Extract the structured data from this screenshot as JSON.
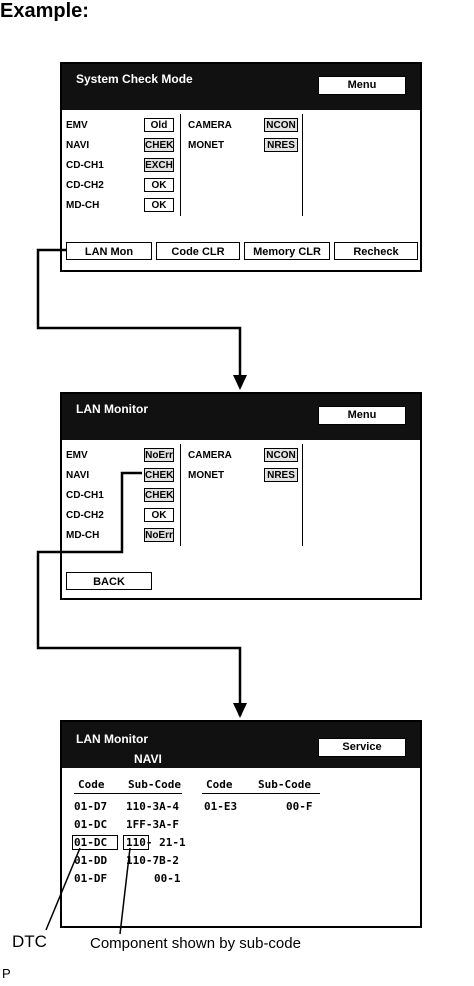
{
  "heading": "Example:",
  "screen1": {
    "title": "System Check Mode",
    "menu": "Menu",
    "left": [
      [
        "EMV",
        "Old"
      ],
      [
        "NAVI",
        "CHEK"
      ],
      [
        "CD-CH1",
        "EXCH"
      ],
      [
        "CD-CH2",
        "OK"
      ],
      [
        "MD-CH",
        "OK"
      ]
    ],
    "right": [
      [
        "CAMERA",
        "NCON"
      ],
      [
        "MONET",
        "NRES"
      ]
    ],
    "buttons": [
      "LAN Mon",
      "Code CLR",
      "Memory CLR",
      "Recheck"
    ]
  },
  "screen2": {
    "title": "LAN Monitor",
    "menu": "Menu",
    "left": [
      [
        "EMV",
        "NoErr"
      ],
      [
        "NAVI",
        "CHEK"
      ],
      [
        "CD-CH1",
        "CHEK"
      ],
      [
        "CD-CH2",
        "OK"
      ],
      [
        "MD-CH",
        "NoErr"
      ]
    ],
    "right": [
      [
        "CAMERA",
        "NCON"
      ],
      [
        "MONET",
        "NRES"
      ]
    ],
    "back": "BACK"
  },
  "screen3": {
    "title": "LAN Monitor",
    "subtitle": "NAVI",
    "service": "Service",
    "headers": [
      "Code",
      "Sub-Code",
      "Code",
      "Sub-Code"
    ],
    "rows": [
      [
        "01-D7",
        "110-3A-4",
        "01-E3",
        "00-F"
      ],
      [
        "01-DC",
        "1FF-3A-F",
        "",
        ""
      ],
      [
        "01-DC",
        "110- 21-1",
        "",
        ""
      ],
      [
        "01-DD",
        "110-7B-2",
        "",
        ""
      ],
      [
        "01-DF",
        "00-1",
        "",
        ""
      ]
    ]
  },
  "dtc_label": "DTC",
  "component_label": "Component shown by sub-code",
  "footer": "P"
}
